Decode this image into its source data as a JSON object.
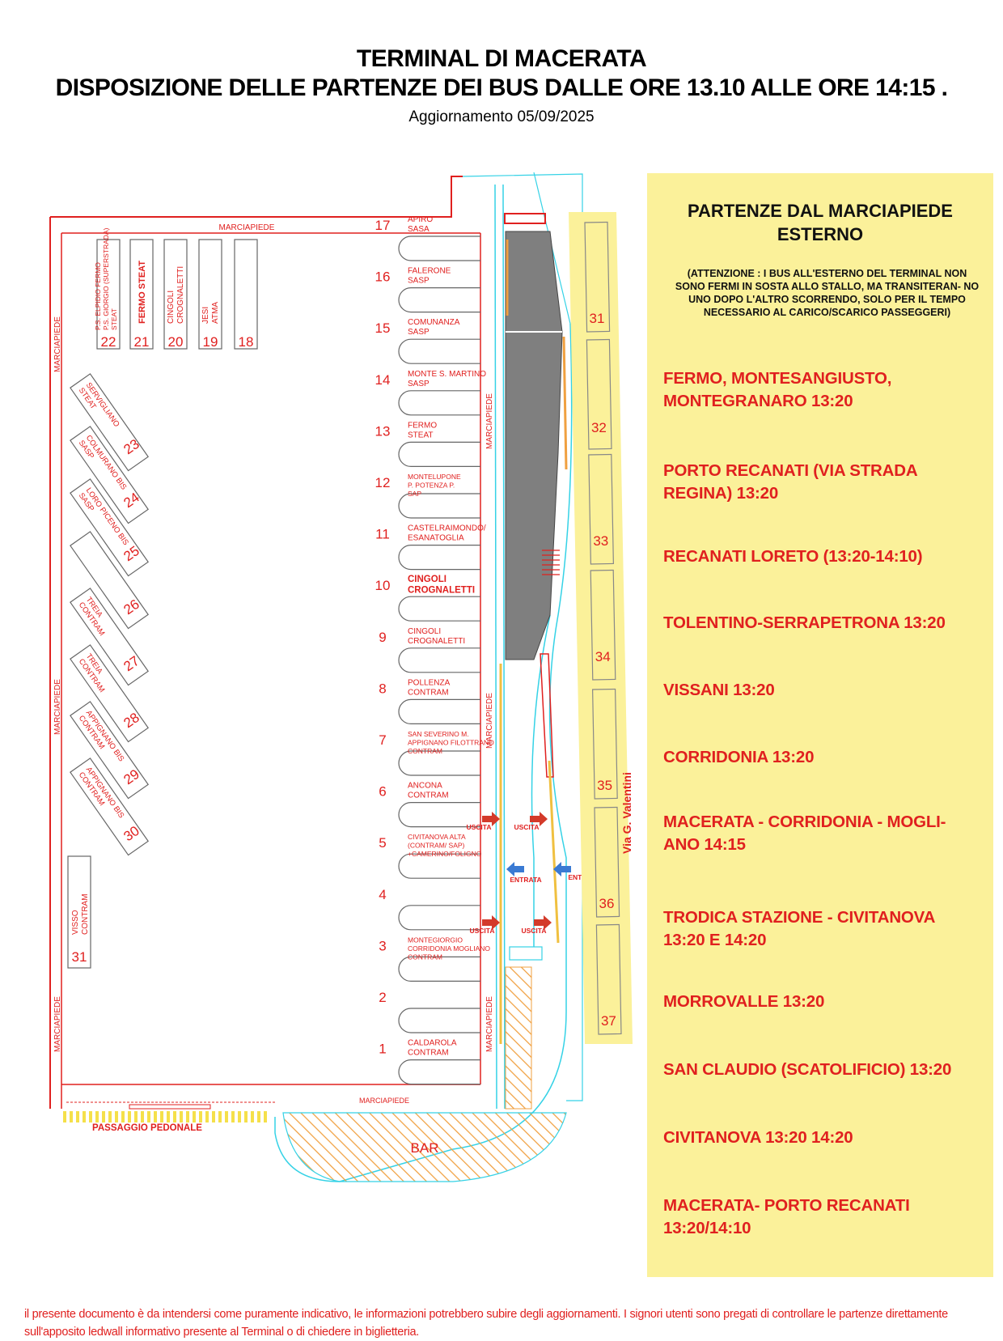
{
  "header": {
    "title": "TERMINAL DI MACERATA",
    "subtitle": "DISPOSIZIONE DELLE PARTENZE DEI BUS DALLE ORE 13.10 ALLE ORE 14:15 .",
    "update": "Aggiornamento 05/09/2025"
  },
  "map": {
    "marciapiede": "MARCIAPIEDE",
    "passaggio": "PASSAGGIO PEDONALE",
    "bar": "BAR",
    "street": "Via G. Valentini",
    "uscita": "USCITA",
    "entrata": "ENTRATA",
    "stalls": [
      {
        "num": "17",
        "l1": "APIRO",
        "l2": "SASA",
        "l3": ""
      },
      {
        "num": "16",
        "l1": "FALERONE",
        "l2": "SASP",
        "l3": ""
      },
      {
        "num": "15",
        "l1": "COMUNANZA",
        "l2": "SASP",
        "l3": ""
      },
      {
        "num": "14",
        "l1": "MONTE S. MARTINO",
        "l2": "SASP",
        "l3": ""
      },
      {
        "num": "13",
        "l1": "FERMO",
        "l2": "STEAT",
        "l3": ""
      },
      {
        "num": "12",
        "l1": "MONTELUPONE",
        "l2": "P. POTENZA P.",
        "l3": "SAP"
      },
      {
        "num": "11",
        "l1": "CASTELRAIMONDO/",
        "l2": "ESANATOGLIA",
        "l3": ""
      },
      {
        "num": "10",
        "l1": "CINGOLI",
        "l2": "CROGNALETTI",
        "l3": ""
      },
      {
        "num": "9",
        "l1": "CINGOLI",
        "l2": "CROGNALETTI",
        "l3": ""
      },
      {
        "num": "8",
        "l1": "POLLENZA",
        "l2": "CONTRAM",
        "l3": ""
      },
      {
        "num": "7",
        "l1": "SAN SEVERINO M.",
        "l2": "APPIGNANO FILOTTRANO",
        "l3": "CONTRAM"
      },
      {
        "num": "6",
        "l1": "ANCONA",
        "l2": "CONTRAM",
        "l3": ""
      },
      {
        "num": "5",
        "l1": "CIVITANOVA ALTA",
        "l2": "(CONTRAM/ SAP)",
        "l3": "+CAMERINO/FOLIGNO"
      },
      {
        "num": "4",
        "l1": "",
        "l2": "",
        "l3": ""
      },
      {
        "num": "3",
        "l1": "MONTEGIORGIO",
        "l2": "CORRIDONIA MOGLIANO",
        "l3": "CONTRAM"
      },
      {
        "num": "2",
        "l1": "",
        "l2": "",
        "l3": ""
      },
      {
        "num": "1",
        "l1": "CALDAROLA",
        "l2": "CONTRAM",
        "l3": ""
      }
    ],
    "top_stalls": [
      {
        "num": "22",
        "l1": "P.S. ELPIDIO FERMO",
        "l2": "P.S. GIORGIO (SUPERSTRADA)",
        "l3": "STEAT"
      },
      {
        "num": "21",
        "l1": "FERMO STEAT",
        "l2": "",
        "l3": ""
      },
      {
        "num": "20",
        "l1": "CINGOLI",
        "l2": "CROGNALETTI",
        "l3": ""
      },
      {
        "num": "19",
        "l1": "JESI",
        "l2": "ATMA",
        "l3": ""
      },
      {
        "num": "18",
        "l1": "",
        "l2": "",
        "l3": ""
      }
    ],
    "diag_stalls": [
      {
        "num": "23",
        "l1": "SERVIGLIANO",
        "l2": "STEAT"
      },
      {
        "num": "24",
        "l1": "COLMURANO BIS",
        "l2": "SASP"
      },
      {
        "num": "25",
        "l1": "LORO PICENO BIS",
        "l2": "SASP"
      },
      {
        "num": "26",
        "l1": "",
        "l2": ""
      },
      {
        "num": "27",
        "l1": "TREIA",
        "l2": "CONTRAM"
      },
      {
        "num": "28",
        "l1": "TREIA",
        "l2": "CONTRAM"
      },
      {
        "num": "29",
        "l1": "APPIGNANO BIS",
        "l2": "CONTRAM"
      },
      {
        "num": "30",
        "l1": "",
        "l2": ""
      }
    ],
    "visso": {
      "num": "31",
      "l1": "VISSO",
      "l2": "CONTRAM"
    },
    "outer_stalls": [
      "31",
      "32",
      "33",
      "34",
      "35",
      "36",
      "37"
    ]
  },
  "panel": {
    "title_l1": "PARTENZE DAL MARCIAPIEDE",
    "title_l2": "ESTERNO",
    "note": "(ATTENZIONE : I BUS ALL'ESTERNO DEL TERMINAL NON SONO FERMI IN SOSTA ALLO STALLO, MA TRANSITERAN- NO UNO DOPO L'ALTRO SCORRENDO, SOLO PER IL TEMPO NECESSARIO AL CARICO/SCARICO PASSEGGERI)",
    "departures": [
      {
        "l1": "FERMO, MONTESANGIUSTO,",
        "l2": "MONTEGRANARO 13:20"
      },
      {
        "l1": "PORTO RECANATI (VIA STRADA",
        "l2": "REGINA) 13:20"
      },
      {
        "l1": "RECANATI LORETO (13:20-14:10)",
        "l2": ""
      },
      {
        "l1": "TOLENTINO-SERRAPETRONA 13:20",
        "l2": ""
      },
      {
        "l1": "VISSANI 13:20",
        "l2": ""
      },
      {
        "l1": "CORRIDONIA 13:20",
        "l2": ""
      },
      {
        "l1": "MACERATA - CORRIDONIA - MOGLI-",
        "l2": "ANO 14:15"
      },
      {
        "l1": "TRODICA  STAZIONE - CIVITANOVA",
        "l2": "13:20 E 14:20"
      },
      {
        "l1": "MORROVALLE 13:20",
        "l2": ""
      },
      {
        "l1": "SAN CLAUDIO (SCATOLIFICIO) 13:20",
        "l2": ""
      },
      {
        "l1": "CIVITANOVA 13:20 14:20",
        "l2": ""
      },
      {
        "l1": "MACERATA- PORTO RECANATI",
        "l2": "13:20/14:10"
      }
    ]
  },
  "footer": "il presente documento è da intendersi come puramente indicativo, le informazioni potrebbero subire degli aggiornamenti. I signori utenti sono pregati di controllare le partenze direttamente sull'apposito ledwall informativo presente al Terminal o di chiedere in biglietteria.",
  "colors": {
    "red": "#e0201f",
    "cyan": "#35d2e6",
    "yellow": "#fbf19a",
    "gray": "#7f7f7f",
    "orange": "#f0a040"
  }
}
